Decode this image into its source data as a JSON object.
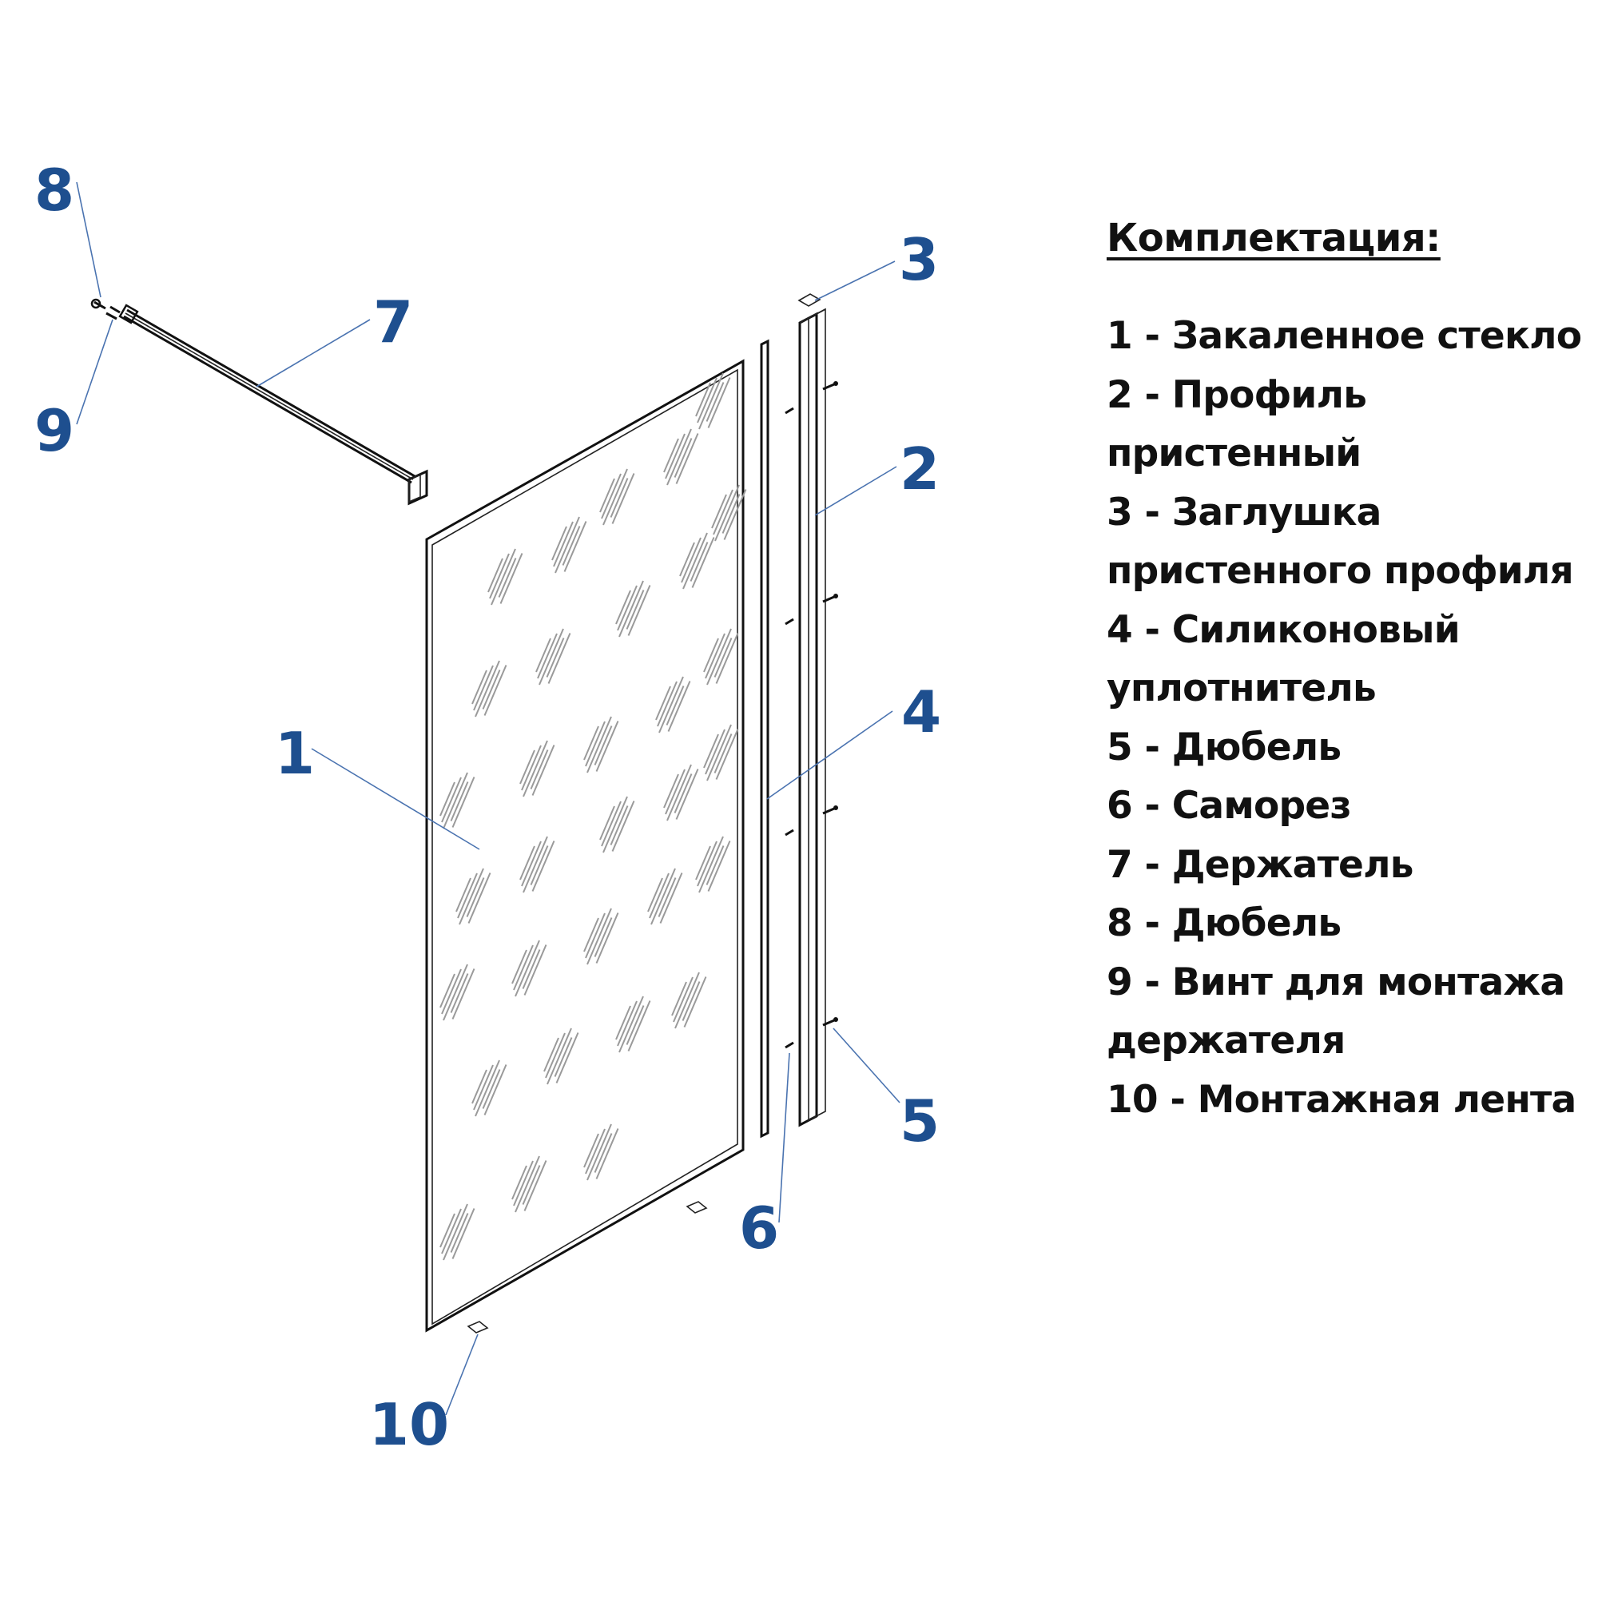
{
  "callouts": {
    "c1": "1",
    "c2": "2",
    "c3": "3",
    "c4": "4",
    "c5": "5",
    "c6": "6",
    "c7": "7",
    "c8": "8",
    "c9": "9",
    "c10": "10"
  },
  "legend": {
    "title": "Комплектация:",
    "items": [
      "1 - Закаленное стекло",
      "2 - Профиль пристенный",
      "3 - Заглушка",
      "пристенного профиля",
      "4 - Силиконовый",
      "уплотнитель",
      "5 - Дюбель",
      "6 - Саморез",
      "7 - Держатель",
      "8 - Дюбель",
      "9 - Винт для монтажа",
      "держателя",
      "10 - Монтажная лента"
    ]
  },
  "colors": {
    "callout": "#1e4f8f",
    "leader": "#4a73b0",
    "outline": "#111111",
    "hatch": "#9a9a9a"
  }
}
